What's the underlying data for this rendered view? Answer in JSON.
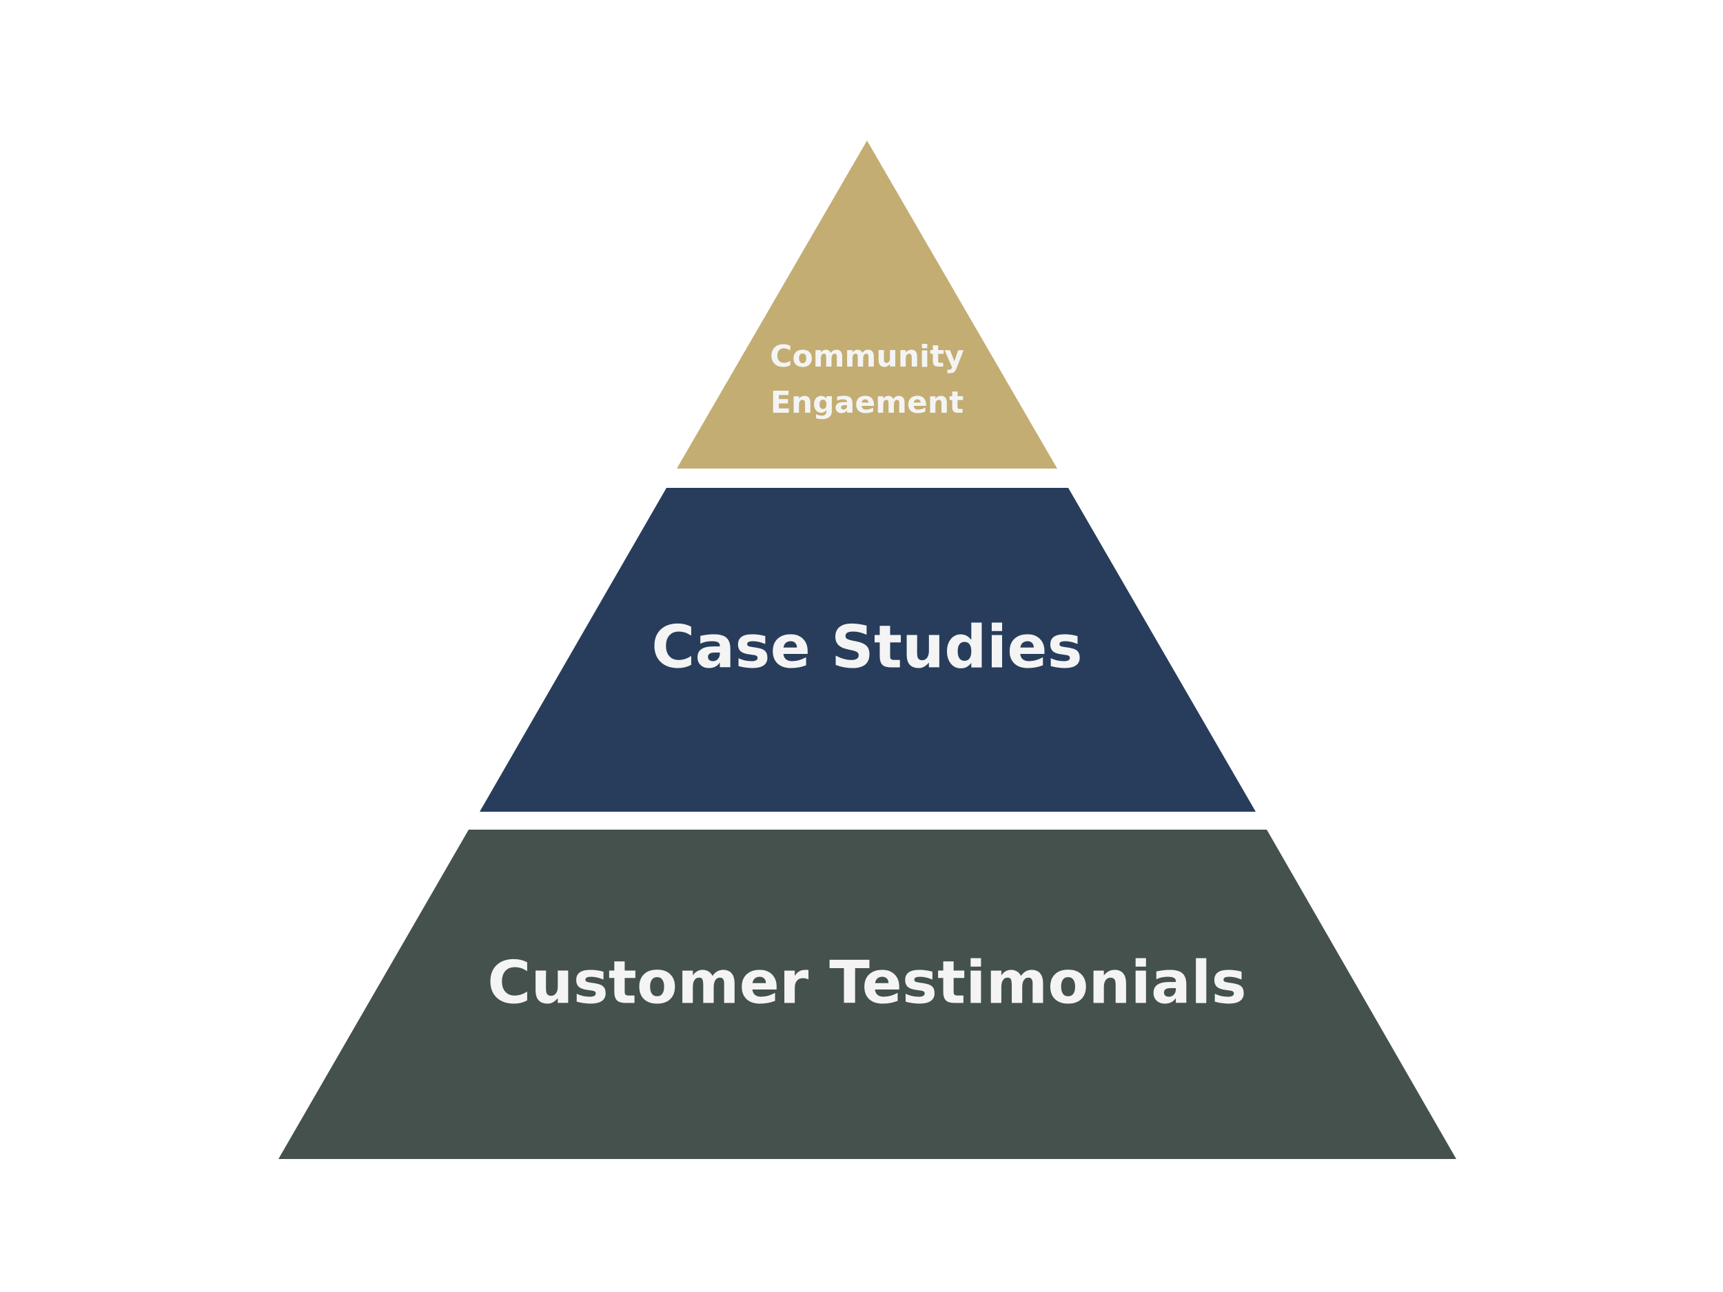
{
  "diagram": {
    "tiers": [
      {
        "label_lines": [
          "Community",
          "Engaement"
        ],
        "color": "#c3ad72"
      },
      {
        "label_lines": [
          "Case Studies"
        ],
        "color": "#283d5b"
      },
      {
        "label_lines": [
          "Customer Testimonials"
        ],
        "color": "#45514c"
      }
    ]
  }
}
